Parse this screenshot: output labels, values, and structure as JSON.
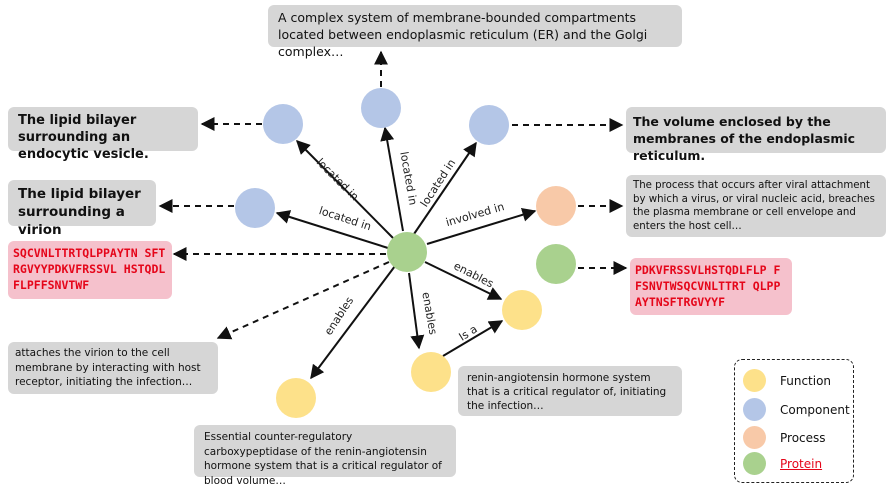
{
  "colors": {
    "function": "#fde18a",
    "component": "#b4c6e7",
    "process": "#f8c9a8",
    "protein": "#a9d18e",
    "edge": "#111111"
  },
  "boxes": {
    "top_component_desc": "A complex system of membrane-bounded compartments located between endoplasmic reticulum (ER) and the Golgi complex…",
    "endocytic_vesicle_desc": "The lipid bilayer surrounding an endocytic vesicle.",
    "virion_membrane_desc": "The lipid bilayer surrounding a virion",
    "er_lumen_desc": "The volume enclosed by the membranes of the endoplasmic reticulum.",
    "viral_entry_desc": "The process that occurs after viral attachment by which a virus, or viral nucleic acid, breaches the plasma membrane or cell envelope and enters the host cell…",
    "protein_seq_left": "SQCVNLTTRTQLPPAYTN SFTRGVYYPDKVFRSSVL HSTQDLFLPFFSNVTWF",
    "protein_seq_right": "PDKVFRSSVLHSTQDLFLP FFSNVTWSQCVNLTTRT QLPPAYTNSFTRGVYYF",
    "attach_desc": "attaches the virion to the cell membrane by interacting with host receptor, initiating the infection…",
    "ace2_desc": "Essential counter-regulatory carboxypeptidase of the renin-angiotensin hormone system that is a critical regulator of blood volume…",
    "ras_desc": "renin-angiotensin hormone system that is a critical regulator of, initiating the infection…"
  },
  "edge_labels": {
    "located_in_1": "located in",
    "located_in_2": "located in",
    "located_in_3": "located in",
    "located_in_4": "located in",
    "involved_in": "involved in",
    "enables_1": "enables",
    "enables_2": "enables",
    "enables_3": "enables",
    "is_a": "Is a"
  },
  "legend": {
    "function": "Function",
    "component": "Component",
    "process": "Process",
    "protein": "Protein"
  }
}
